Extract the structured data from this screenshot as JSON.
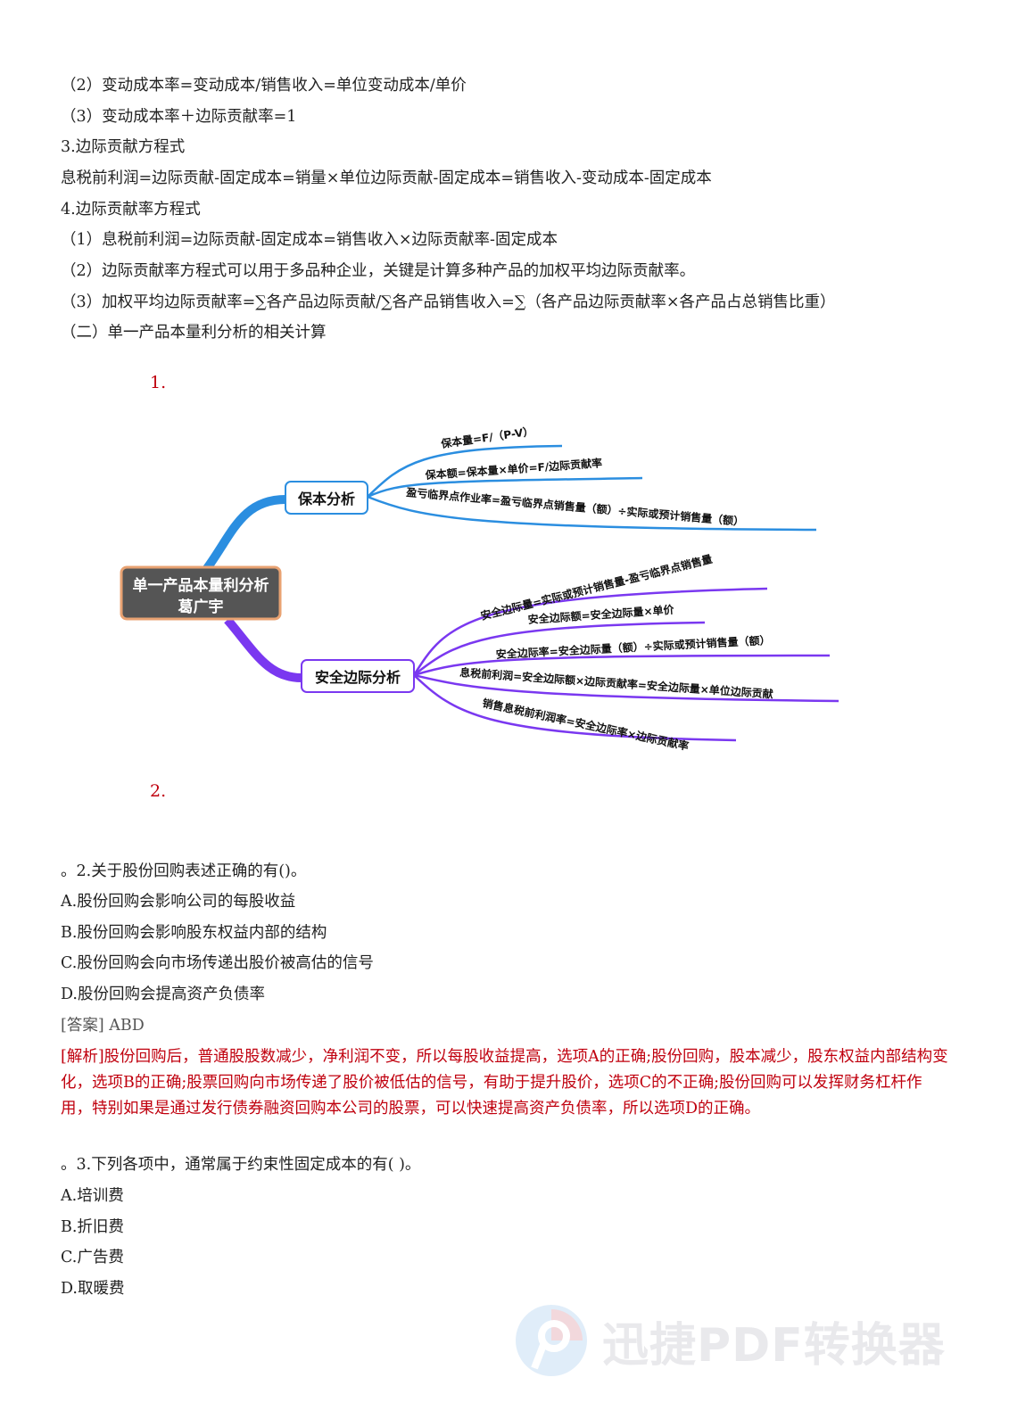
{
  "lines": [
    "（2）变动成本率=变动成本/销售收入=单位变动成本/单价",
    "（3）变动成本率＋边际贡献率=1",
    "3.边际贡献方程式",
    "息税前利润=边际贡献-固定成本=销量×单位边际贡献-固定成本=销售收入-变动成本-固定成本",
    "4.边际贡献率方程式",
    "（1）息税前利润=边际贡献-固定成本=销售收入×边际贡献率-固定成本",
    "（2）边际贡献率方程式可以用于多品种企业，关键是计算多种产品的加权平均边际贡献率。",
    "（3）加权平均边际贡献率=∑各产品边际贡献/∑各产品销售收入=∑（各产品边际贡献率×各产品占总销售比重）",
    "（二）单一产品本量利分析的相关计算"
  ],
  "num1": "1.",
  "num2": "2.",
  "mindmap": {
    "root": [
      "单一产品本量利分析",
      "葛广宇"
    ],
    "branch1": {
      "label": "保本分析",
      "items": [
        "保本量=F/（P-V）",
        "保本额=保本量×单价=F/边际贡献率",
        "盈亏临界点作业率=盈亏临界点销售量（额）÷实际或预计销售量（额）"
      ]
    },
    "branch2": {
      "label": "安全边际分析",
      "items": [
        "安全边际量=实际或预计销售量-盈亏临界点销售量",
        "安全边际额=安全边际量×单价",
        "安全边际率=安全边际量（额）÷实际或预计销售量（额）",
        "息税前利润=安全边际额×边际贡献率=安全边际量×单位边际贡献",
        "销售息税前利润率=安全边际率×边际贡献率"
      ]
    }
  },
  "q2": {
    "stem": "。2.关于股份回购表述正确的有()。",
    "options": [
      "A.股份回购会影响公司的每股收益",
      "B.股份回购会影响股东权益内部的结构",
      "C.股份回购会向市场传递出股价被高估的信号",
      "D.股份回购会提高资产负债率"
    ],
    "answer": "[答案] ABD",
    "analysis": "[解析]股份回购后，普通股股数减少，净利润不变，所以每股收益提高，选项A的正确;股份回购，股本减少，股东权益内部结构变化，选项B的正确;股票回购向市场传递了股价被低估的信号，有助于提升股价，选项C的不正确;股份回购可以发挥财务杠杆作用，特别如果是通过发行债券融资回购本公司的股票，可以快速提高资产负债率，所以选项D的正确。"
  },
  "q3": {
    "stem": "。3.下列各项中，通常属于约束性固定成本的有( )。",
    "options": [
      "A.培训费",
      "B.折旧费",
      "C.广告费",
      "D.取暖费"
    ]
  },
  "watermark": "迅捷PDF转换器"
}
